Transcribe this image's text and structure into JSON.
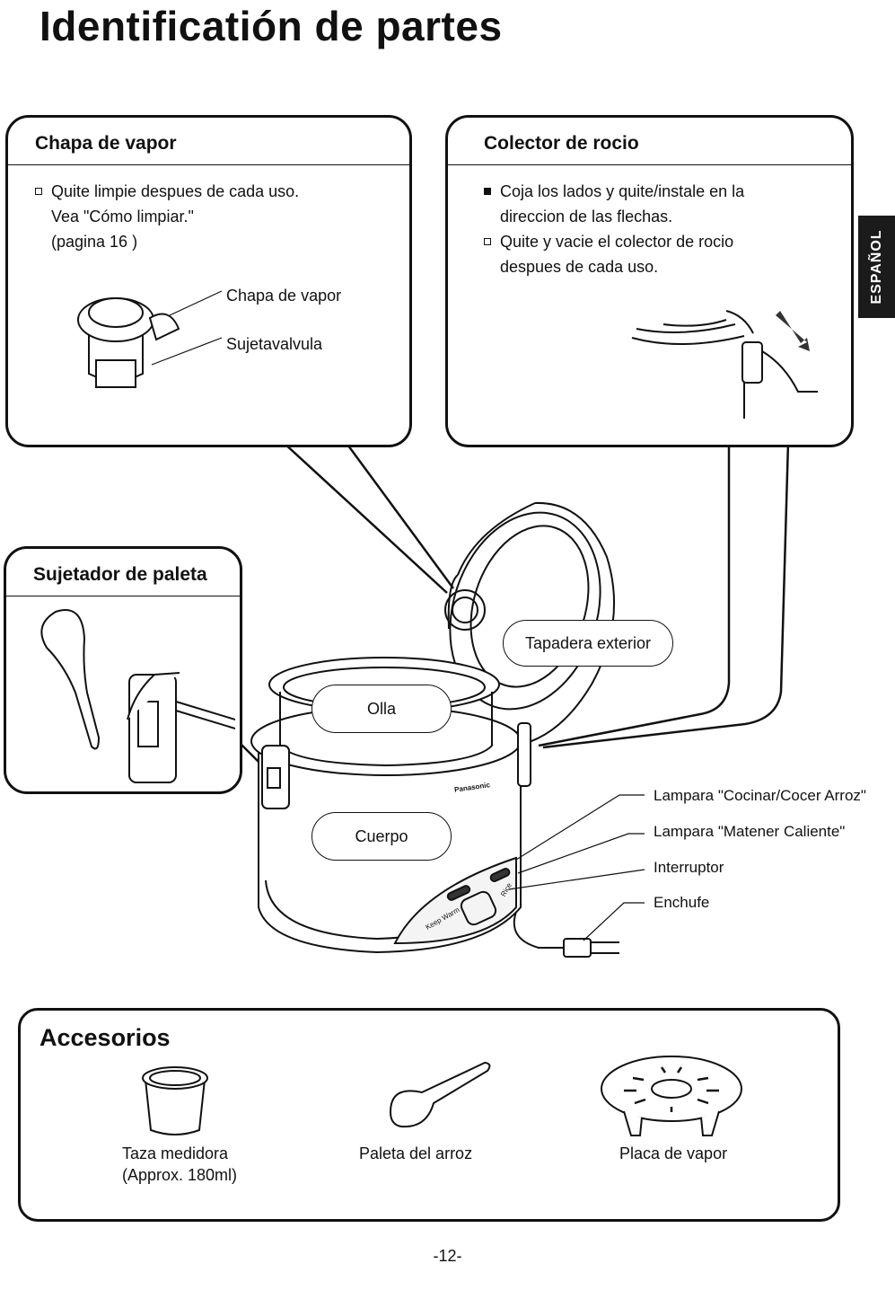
{
  "title": "Identificatión de partes",
  "side_tab": "ESPAÑOL",
  "chapa": {
    "heading": "Chapa de vapor",
    "lines": [
      "Quite limpie despues de cada uso.",
      "Vea \"Cómo limpiar.\"",
      "(pagina 16 )"
    ],
    "labels": [
      "Chapa de vapor",
      "Sujetavalvula"
    ]
  },
  "colector": {
    "heading": "Colector de rocio",
    "bullet1": [
      "Coja los lados y quite/instale en la",
      "direccion de las flechas."
    ],
    "bullet2": [
      "Quite y vacie el colector de rocio",
      "despues de cada uso."
    ]
  },
  "paleta": {
    "heading": "Sujetador de paleta"
  },
  "parts": {
    "tapadera": "Tapadera exterior",
    "olla": "Olla",
    "cuerpo": "Cuerpo",
    "lampara_cocinar": "Lampara \"Cocinar/Cocer Arroz\"",
    "lampara_caliente": "Lampara \"Matener Caliente\"",
    "interruptor": "Interruptor",
    "enchufe": "Enchufe",
    "brand": "Panasonic",
    "keep_warm": "Keep Warm",
    "rice": "Rice"
  },
  "accesorios": {
    "heading": "Accesorios",
    "taza": "Taza medidora",
    "taza_note": "(Approx. 180ml)",
    "paleta": "Paleta del arroz",
    "placa": "Placa de vapor"
  },
  "page_number": "-12-"
}
